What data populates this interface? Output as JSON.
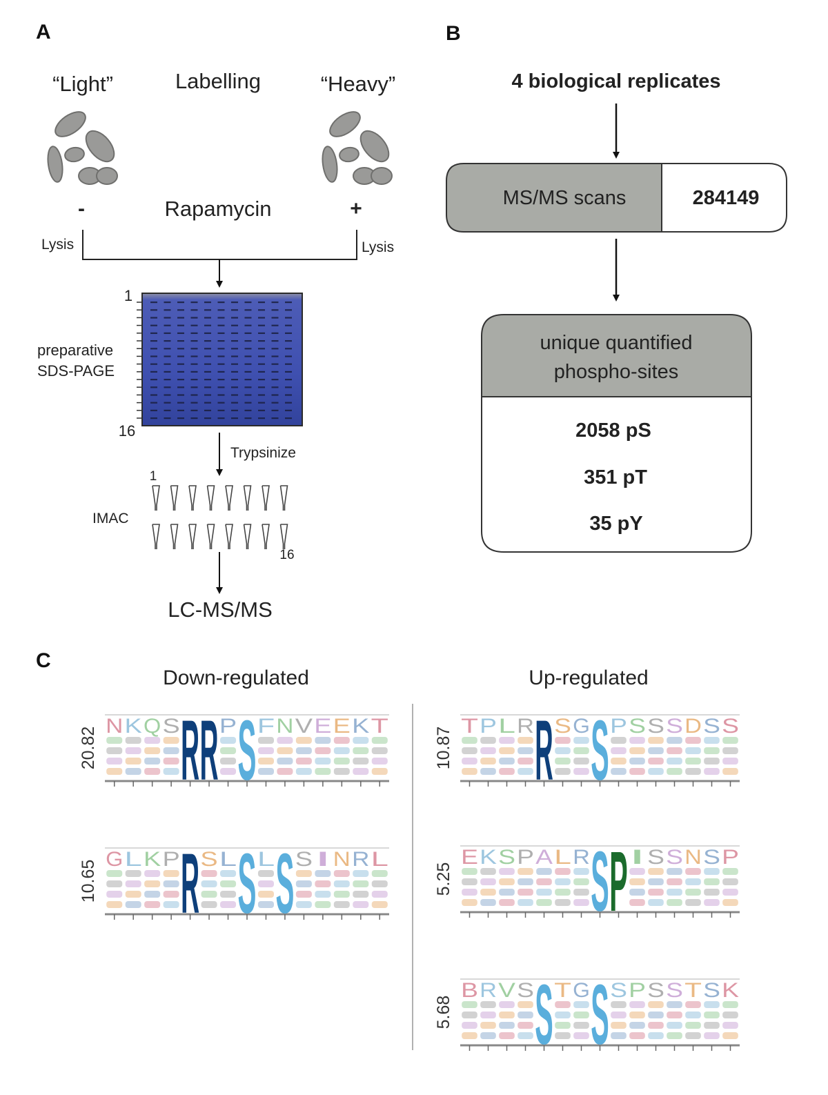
{
  "panel_a": {
    "letter": "A",
    "light": "“Light”",
    "labelling": "Labelling",
    "heavy": "“Heavy”",
    "minus": "-",
    "rapamycin": "Rapamycin",
    "plus": "+",
    "lysis_left": "Lysis",
    "lysis_right": "Lysis",
    "gel_top": "1",
    "gel_bottom": "16",
    "gel_label_1": "preparative",
    "gel_label_2": "SDS-PAGE",
    "trypsinize": "Trypsinize",
    "imac_top": "1",
    "imac": "IMAC",
    "imac_bottom": "16",
    "lcms": "LC-MS/MS"
  },
  "panel_b": {
    "letter": "B",
    "replicates": "4 biological replicates",
    "msms_label": "MS/MS scans",
    "msms_value": "284149",
    "unique_1": "unique quantified",
    "unique_2": "phospho-sites",
    "ps": "2058 pS",
    "pt": "351 pT",
    "py": "35 pY"
  },
  "panel_c": {
    "letter": "C",
    "down_title": "Down-regulated",
    "up_title": "Up-regulated",
    "logos": [
      {
        "id": "down-1",
        "score": "20.82",
        "letters": "NKQSRRPSFNVEEKT",
        "big": {
          "4": "R",
          "5": "R",
          "7": "S"
        }
      },
      {
        "id": "down-2",
        "score": "10.65",
        "letters": "GLKPRSLSLSSINRL",
        "big": {
          "4": "R",
          "7": "S",
          "9": "S"
        }
      },
      {
        "id": "up-1",
        "score": "10.87",
        "letters": "TPLRRSGSPSSSDSS",
        "big": {
          "4": "R",
          "7": "S"
        }
      },
      {
        "id": "up-2",
        "score": "5.25",
        "letters": "EKSPALRSPISSNSP",
        "big": {
          "7": "S",
          "8": "P"
        }
      },
      {
        "id": "up-3",
        "score": "5.68",
        "letters": "BRVSSTGSSPSSTSK",
        "big": {
          "4": "S",
          "7": "S"
        }
      }
    ]
  },
  "colors": {
    "gel": "#3b4fa8",
    "box_gray": "#a9aba6",
    "dark_blue": "#0e3f7a",
    "light_blue": "#5aaedc",
    "green": "#1b6b2c"
  }
}
